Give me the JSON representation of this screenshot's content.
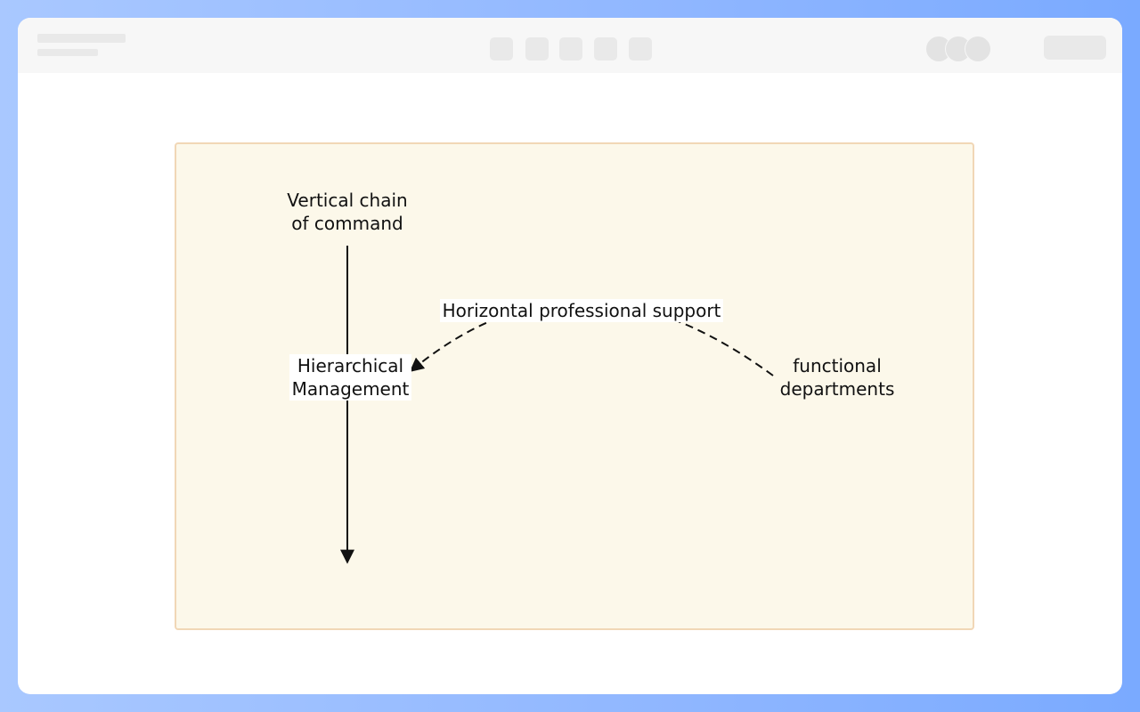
{
  "diagram": {
    "nodes": {
      "vertical_chain": "Vertical chain\nof command",
      "hierarchical_management": "Hierarchical\nManagement",
      "horizontal_support": "Horizontal professional support",
      "functional_departments": "functional\ndepartments"
    },
    "edges": [
      {
        "from": "vertical_chain",
        "to": "hierarchical_management",
        "style": "solid"
      },
      {
        "from": "hierarchical_management",
        "to": "bottom",
        "style": "solid",
        "arrow": true
      },
      {
        "from": "functional_departments",
        "to": "hierarchical_management",
        "style": "dashed",
        "arrow": true
      }
    ],
    "colors": {
      "canvas_bg": "#fcf8ea",
      "canvas_border": "#f1d7b6",
      "line": "#111111"
    }
  }
}
